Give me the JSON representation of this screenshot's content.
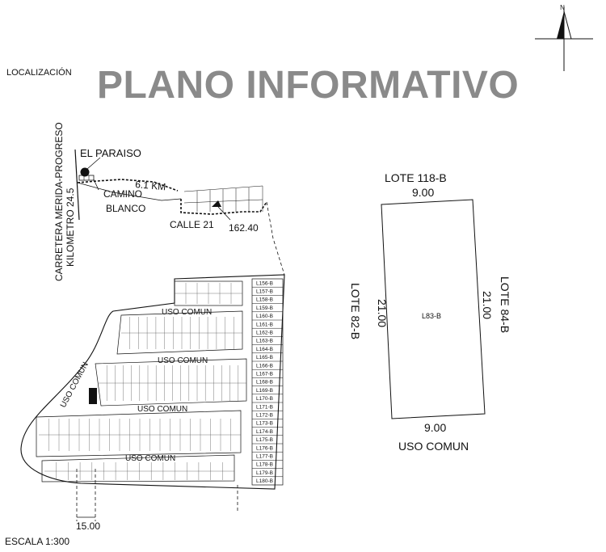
{
  "header": {
    "title": "PLANO INFORMATIVO",
    "location_label": "LOCALIZACIÓN",
    "north_label": "N"
  },
  "footer": {
    "scale_label": "ESCALA 1:300"
  },
  "location_map": {
    "highway_label_line1": "CARRETERA MERIDA-PROGRESO",
    "highway_label_line2": "KILOMETRO 24.5",
    "town_label": "EL PARAISO",
    "distance_label": "6.1 KM",
    "road_label_line1": "CAMINO",
    "road_label_line2": "BLANCO",
    "street_label": "CALLE 21",
    "street_dimension": "162.40"
  },
  "site_plan": {
    "common_area_label": "USO COMUN",
    "bottom_dimension": "15.00",
    "right_column_lots": [
      "L156-B",
      "L157-B",
      "L158-B",
      "L159-B",
      "L160-B",
      "L161-B",
      "L162-B",
      "L163-B",
      "L164-B",
      "L165-B",
      "L166-B",
      "L167-B",
      "L168-B",
      "L169-B",
      "L170-B",
      "L171-B",
      "L172-B",
      "L173-B",
      "L174-B",
      "L175-B",
      "L176-B",
      "L177-B",
      "L178-B",
      "L179-B",
      "L180-B"
    ]
  },
  "lot_detail": {
    "top_neighbor": "LOTE 118-B",
    "top_dimension": "9.00",
    "left_neighbor": "LOTE 82-B",
    "left_dimension": "21.00",
    "right_neighbor": "LOTE 84-B",
    "right_dimension": "21.00",
    "bottom_dimension": "9.00",
    "bottom_neighbor": "USO COMUN",
    "lot_id": "L83-B"
  },
  "colors": {
    "title": "#8a8a8a",
    "lines": "#111111"
  }
}
